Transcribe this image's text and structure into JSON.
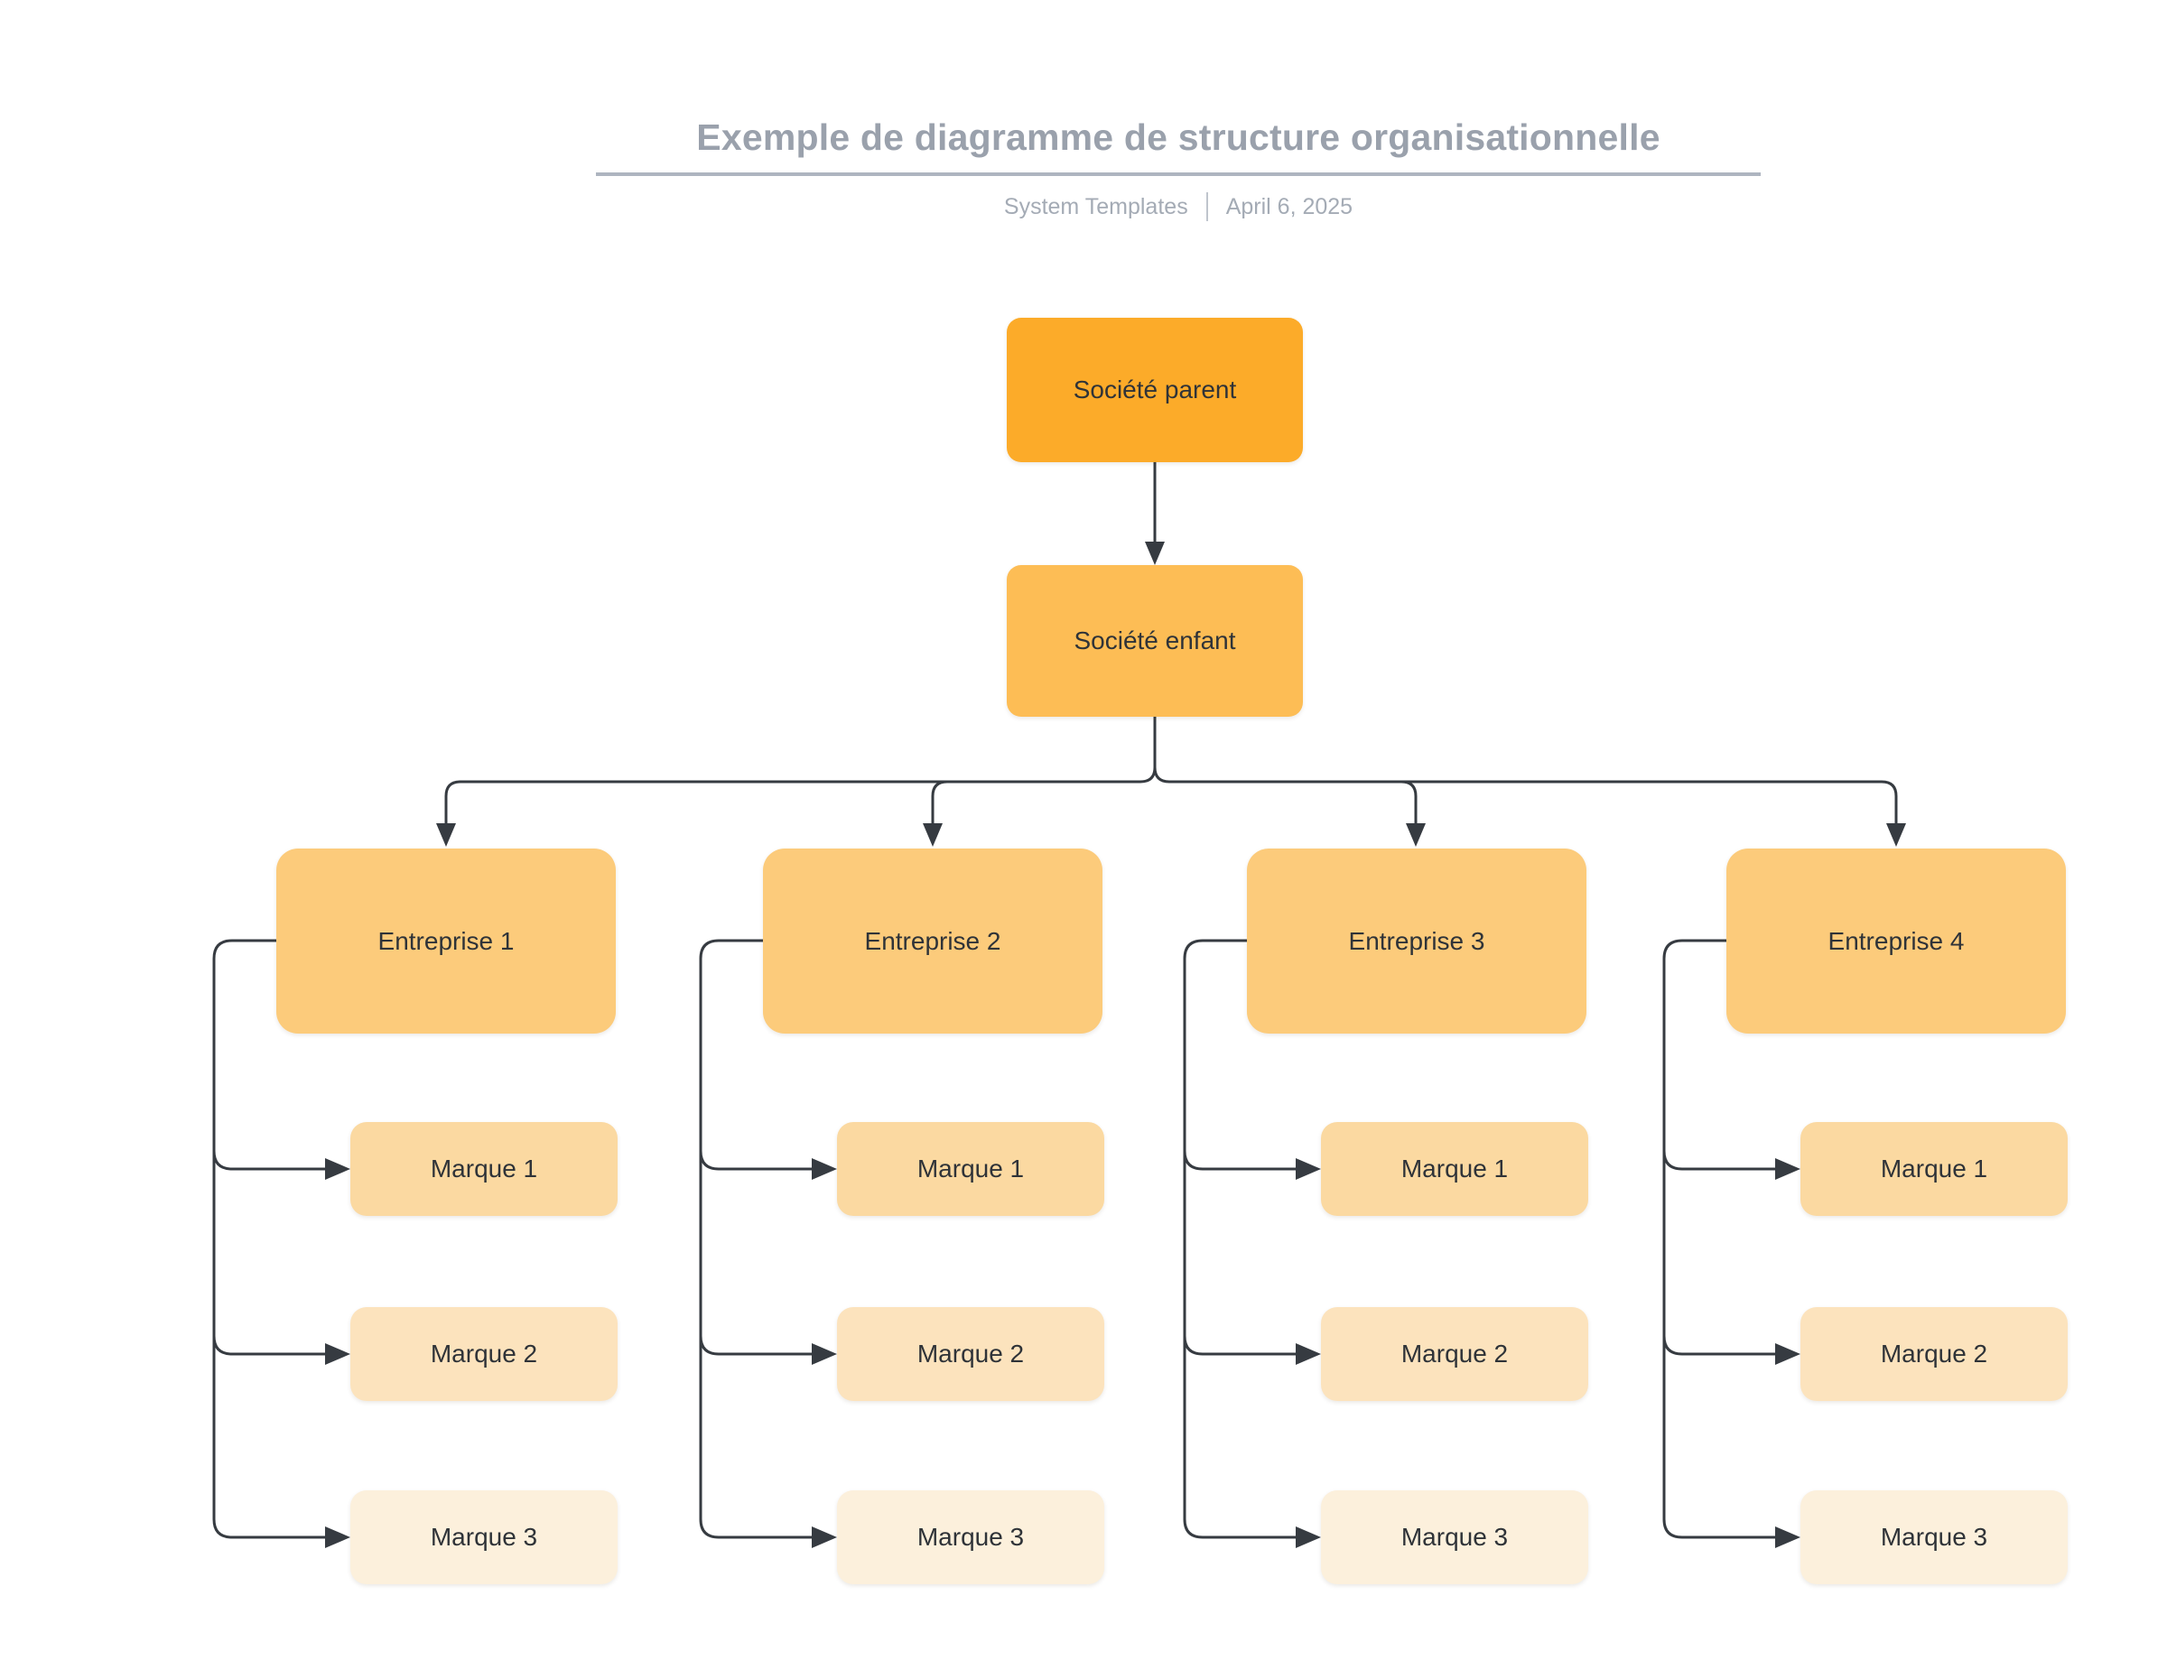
{
  "header": {
    "title": "Exemple de diagramme de structure organisationnelle",
    "source": "System Templates",
    "date": "April 6, 2025"
  },
  "colors": {
    "root_box": "#fcab29",
    "child_box": "#fdbd55",
    "branch_box": "#fccb7b",
    "leaf_box_1": "#fbd9a1",
    "leaf_box_2": "#fce3bd",
    "leaf_box_3": "#fcf0dc",
    "connector": "#363b41",
    "title_text": "#9aa1ac",
    "subtitle_text": "#a4abb5",
    "node_text": "#2f3338"
  },
  "tree": {
    "root": {
      "label": "Société parent"
    },
    "child": {
      "label": "Société enfant"
    },
    "branches": [
      {
        "label": "Entreprise 1",
        "children": [
          {
            "label": "Marque 1"
          },
          {
            "label": "Marque 2"
          },
          {
            "label": "Marque 3"
          }
        ]
      },
      {
        "label": "Entreprise 2",
        "children": [
          {
            "label": "Marque 1"
          },
          {
            "label": "Marque 2"
          },
          {
            "label": "Marque 3"
          }
        ]
      },
      {
        "label": "Entreprise 3",
        "children": [
          {
            "label": "Marque 1"
          },
          {
            "label": "Marque 2"
          },
          {
            "label": "Marque 3"
          }
        ]
      },
      {
        "label": "Entreprise 4",
        "children": [
          {
            "label": "Marque 1"
          },
          {
            "label": "Marque 2"
          },
          {
            "label": "Marque 3"
          }
        ]
      }
    ]
  }
}
